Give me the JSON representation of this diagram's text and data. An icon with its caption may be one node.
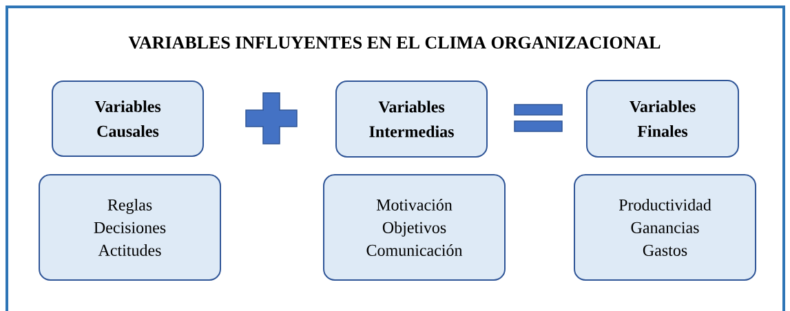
{
  "diagram": {
    "title": "VARIABLES INFLUYENTES EN EL CLIMA ORGANIZACIONAL",
    "nodes": [
      {
        "text": [
          "Variables Causales"
        ]
      },
      {
        "text": [],
        "shape": "plus"
      },
      {
        "text": [
          "Variables Intermedias"
        ]
      },
      {
        "text": [],
        "shape": "equals"
      },
      {
        "text": [
          "Variables Finales"
        ]
      },
      {
        "text": [
          "Reglas",
          "Decisiones",
          "Actitudes"
        ]
      },
      {
        "text": [
          "Motivación",
          "Objetivos",
          "Comunicación"
        ]
      },
      {
        "text": [
          "Productividad",
          "Ganancias",
          "Gastos"
        ]
      }
    ]
  }
}
